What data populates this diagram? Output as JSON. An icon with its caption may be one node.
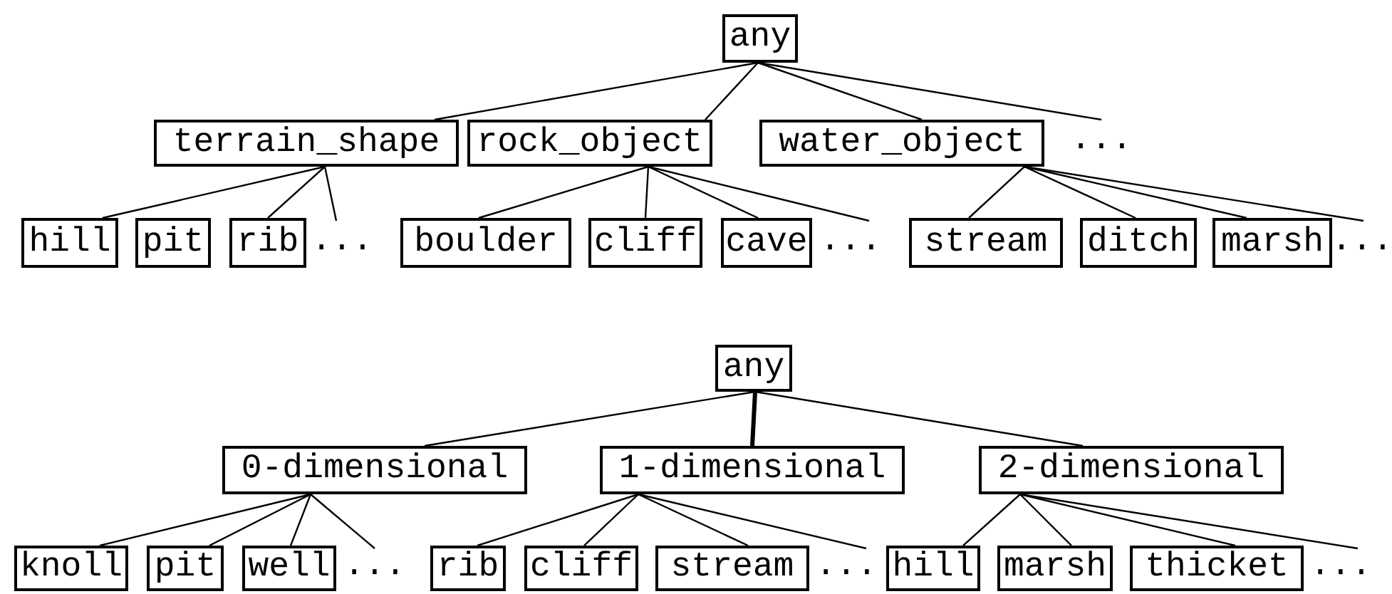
{
  "diagram": {
    "nodes": [
      {
        "text": [
          "any"
        ]
      },
      {
        "text": [
          "terrain_shape"
        ]
      },
      {
        "text": [
          "rock_object"
        ]
      },
      {
        "text": [
          "water_object"
        ]
      },
      {
        "text": [
          "···"
        ]
      },
      {
        "text": [
          "hill"
        ]
      },
      {
        "text": [
          "pit"
        ]
      },
      {
        "text": [
          "rib"
        ]
      },
      {
        "text": [
          "···"
        ]
      },
      {
        "text": [
          "boulder"
        ]
      },
      {
        "text": [
          "cliff"
        ]
      },
      {
        "text": [
          "cave"
        ]
      },
      {
        "text": [
          "···"
        ]
      },
      {
        "text": [
          "stream"
        ]
      },
      {
        "text": [
          "ditch"
        ]
      },
      {
        "text": [
          "marsh"
        ]
      },
      {
        "text": [
          "···"
        ]
      },
      {
        "text": [
          "any"
        ]
      },
      {
        "text": [
          "0-dimensional"
        ]
      },
      {
        "text": [
          "1-dimensional"
        ]
      },
      {
        "text": [
          "2-dimensional"
        ]
      },
      {
        "text": [
          "knoll"
        ]
      },
      {
        "text": [
          "pit"
        ]
      },
      {
        "text": [
          "well"
        ]
      },
      {
        "text": [
          "···"
        ]
      },
      {
        "text": [
          "rib"
        ]
      },
      {
        "text": [
          "cliff"
        ]
      },
      {
        "text": [
          "stream"
        ]
      },
      {
        "text": [
          "···"
        ]
      },
      {
        "text": [
          "hill"
        ]
      },
      {
        "text": [
          "marsh"
        ]
      },
      {
        "text": [
          "thicket"
        ]
      },
      {
        "text": [
          "···"
        ]
      }
    ],
    "edges": [
      {
        "from": 0,
        "to": 1,
        "arrow": "none"
      },
      {
        "from": 0,
        "to": 2,
        "arrow": "none"
      },
      {
        "from": 0,
        "to": 3,
        "arrow": "none"
      },
      {
        "from": 0,
        "to": 4,
        "arrow": "none"
      },
      {
        "from": 1,
        "to": 5,
        "arrow": "none"
      },
      {
        "from": 1,
        "to": 7,
        "arrow": "none"
      },
      {
        "from": 1,
        "to": 8,
        "arrow": "none"
      },
      {
        "from": 2,
        "to": 9,
        "arrow": "none"
      },
      {
        "from": 2,
        "to": 10,
        "arrow": "none"
      },
      {
        "from": 2,
        "to": 11,
        "arrow": "none"
      },
      {
        "from": 2,
        "to": 12,
        "arrow": "none"
      },
      {
        "from": 3,
        "to": 13,
        "arrow": "none"
      },
      {
        "from": 3,
        "to": 14,
        "arrow": "none"
      },
      {
        "from": 3,
        "to": 15,
        "arrow": "none"
      },
      {
        "from": 3,
        "to": 16,
        "arrow": "none"
      },
      {
        "from": 17,
        "to": 18,
        "arrow": "none"
      },
      {
        "from": 17,
        "to": 19,
        "arrow": "none",
        "style": "thick"
      },
      {
        "from": 17,
        "to": 20,
        "arrow": "none"
      },
      {
        "from": 18,
        "to": 21,
        "arrow": "none"
      },
      {
        "from": 18,
        "to": 22,
        "arrow": "none"
      },
      {
        "from": 18,
        "to": 23,
        "arrow": "none"
      },
      {
        "from": 18,
        "to": 24,
        "arrow": "none"
      },
      {
        "from": 19,
        "to": 25,
        "arrow": "none"
      },
      {
        "from": 19,
        "to": 26,
        "arrow": "none"
      },
      {
        "from": 19,
        "to": 27,
        "arrow": "none"
      },
      {
        "from": 19,
        "to": 28,
        "arrow": "none"
      },
      {
        "from": 20,
        "to": 29,
        "arrow": "none"
      },
      {
        "from": 20,
        "to": 30,
        "arrow": "none"
      },
      {
        "from": 20,
        "to": 31,
        "arrow": "none"
      },
      {
        "from": 20,
        "to": 32,
        "arrow": "none"
      }
    ]
  }
}
